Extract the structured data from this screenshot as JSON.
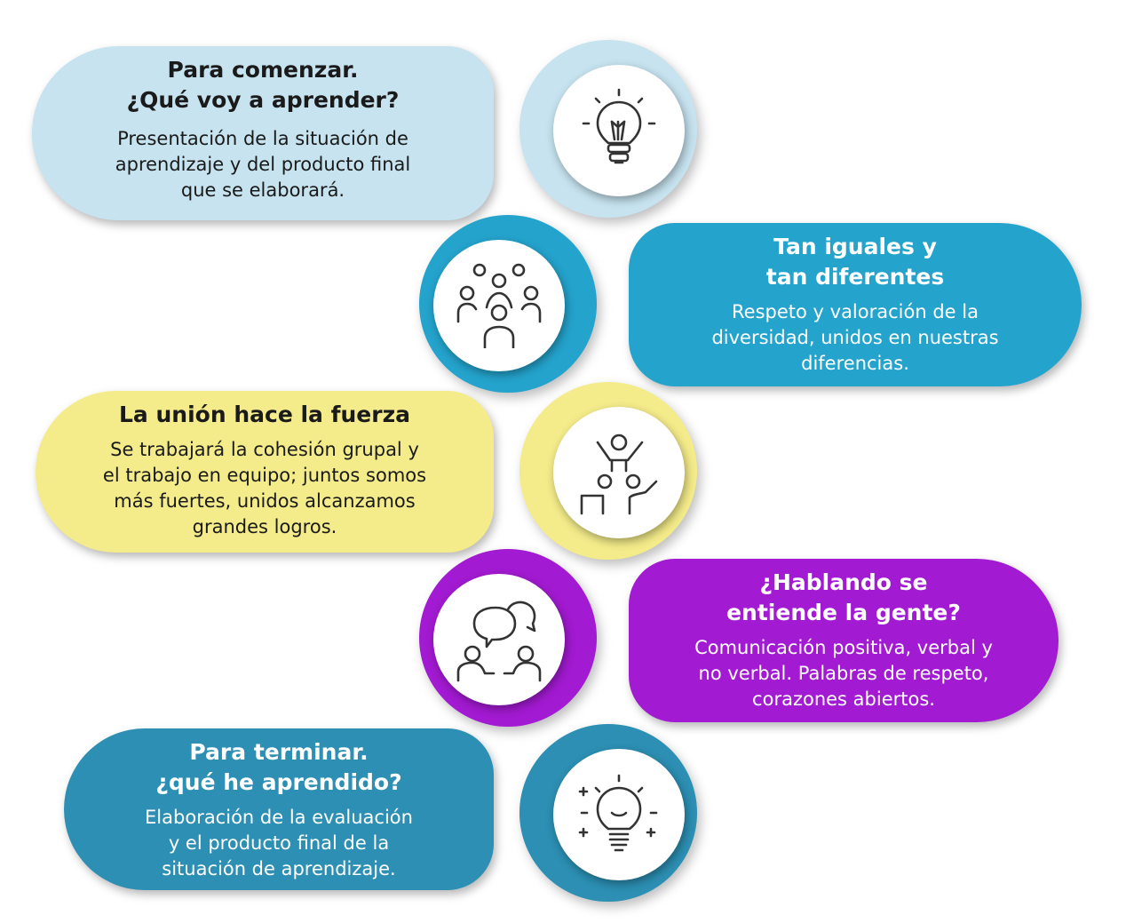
{
  "colors": {
    "light_blue": "#c6e3ef",
    "blue": "#24a3cc",
    "yellow": "#f4ec8a",
    "purple": "#a21ad1",
    "teal": "#2c8fb3"
  },
  "steps": [
    {
      "title_line1": "Para comenzar.",
      "title_line2": "¿Qué voy a aprender?",
      "desc_lines": [
        "Presentación de la situación de",
        "aprendizaje y del producto final",
        "que se elaborará."
      ],
      "icon": "lightbulb-icon"
    },
    {
      "title_line1": "Tan iguales y",
      "title_line2": "tan diferentes",
      "desc_lines": [
        "Respeto y valoración de la",
        "diversidad, unidos en nuestras",
        "diferencias."
      ],
      "icon": "group-people-icon"
    },
    {
      "title_line1": "La unión hace la fuerza",
      "desc_lines": [
        "Se trabajará la cohesión grupal y",
        "el trabajo en equipo; juntos somos",
        "más fuertes, unidos alcanzamos",
        "grandes logros."
      ],
      "icon": "teamwork-celebration-icon"
    },
    {
      "title_line1": "¿Hablando se",
      "title_line2": "entiende la gente?",
      "desc_lines": [
        "Comunicación positiva, verbal y",
        "no verbal. Palabras de respeto,",
        "corazones abiertos."
      ],
      "icon": "conversation-icon"
    },
    {
      "title_line1": "Para terminar.",
      "title_line2": "¿qué he aprendido?",
      "desc_lines": [
        "Elaboración de la evaluación",
        "y el producto final de la",
        "situación de aprendizaje."
      ],
      "icon": "idea-lightbulb-icon"
    }
  ]
}
